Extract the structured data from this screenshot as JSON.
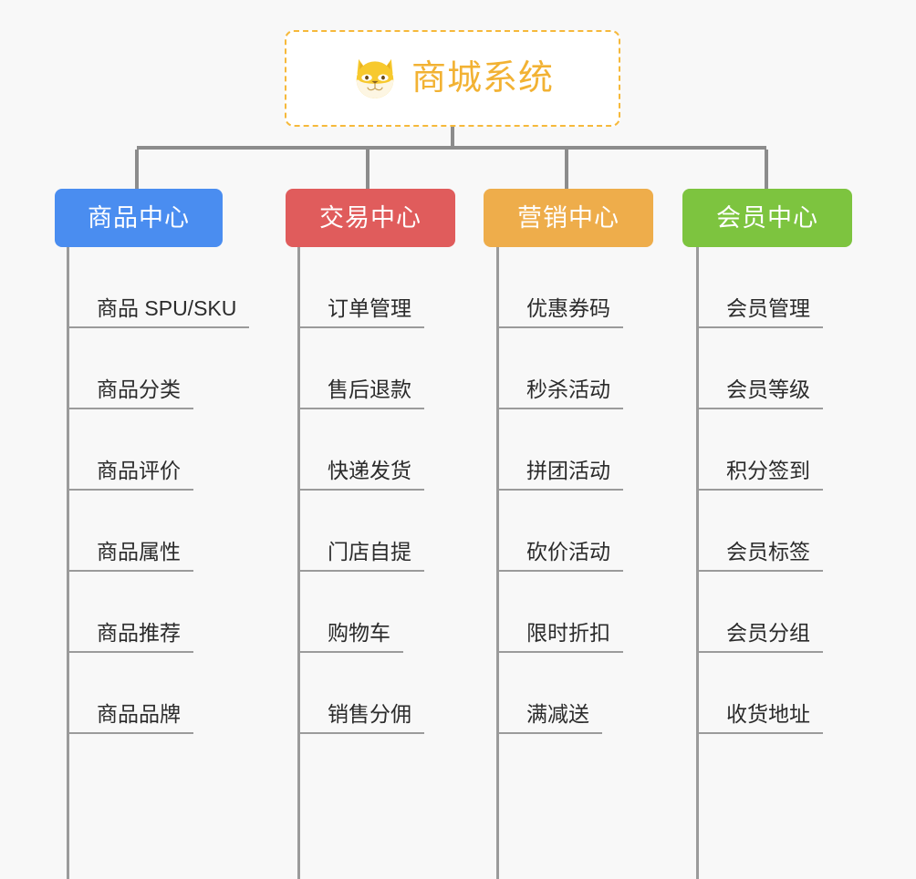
{
  "background_color": "#f8f8f8",
  "root": {
    "title": "商城系统",
    "icon": "shiba-dog-icon",
    "border_color": "#f6b93b",
    "text_color": "#f2b233",
    "background_color": "#ffffff"
  },
  "connector_color": "#8c8c8c",
  "leaf_line_color": "#9b9b9b",
  "columns": [
    {
      "label": "商品中心",
      "color": "#4a8df0",
      "items": [
        "商品 SPU/SKU",
        "商品分类",
        "商品评价",
        "商品属性",
        "商品推荐",
        "商品品牌"
      ]
    },
    {
      "label": "交易中心",
      "color": "#e05c5c",
      "items": [
        "订单管理",
        "售后退款",
        "快递发货",
        "门店自提",
        "购物车",
        "销售分佣"
      ]
    },
    {
      "label": "营销中心",
      "color": "#eead4b",
      "items": [
        "优惠券码",
        "秒杀活动",
        "拼团活动",
        "砍价活动",
        "限时折扣",
        "满减送"
      ]
    },
    {
      "label": "会员中心",
      "color": "#7dc43f",
      "items": [
        "会员管理",
        "会员等级",
        "积分签到",
        "会员标签",
        "会员分组",
        "收货地址"
      ]
    }
  ]
}
